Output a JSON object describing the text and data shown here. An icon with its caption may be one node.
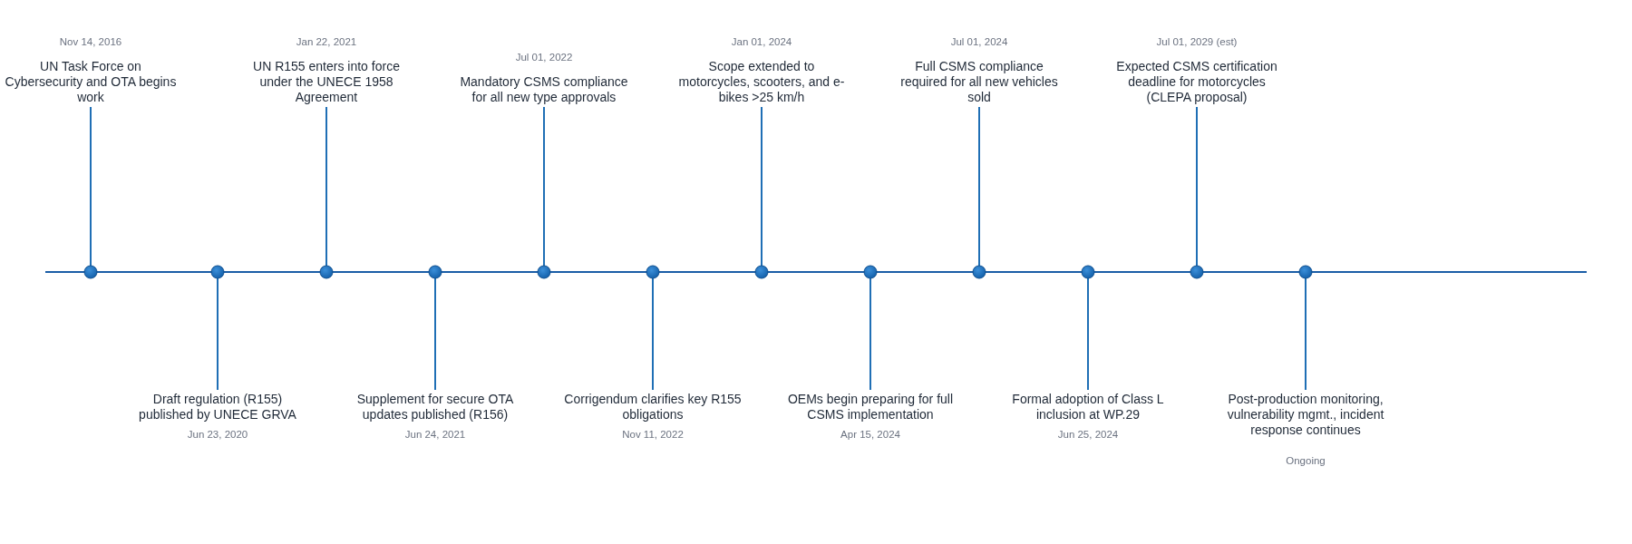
{
  "diagram": {
    "nodes": [
      {
        "text": [
          "UN Task Force on Cybersecurity and OTA begins work"
        ],
        "beside": [
          "Nov 14, 2016"
        ]
      },
      {
        "text": [],
        "shape": "circle"
      },
      {
        "text": [
          "Draft regulation (R155) published by UNECE GRVA"
        ],
        "beside": [
          "Jun 23, 2020"
        ]
      },
      {
        "text": [],
        "shape": "circle"
      },
      {
        "text": [
          "UN R155 enters into force under the UNECE 1958 Agreement"
        ],
        "beside": [
          "Jan 22, 2021"
        ]
      },
      {
        "text": [],
        "shape": "circle"
      },
      {
        "text": [
          "Supplement for secure OTA updates published (R156)"
        ],
        "beside": [
          "Jun 24, 2021"
        ]
      },
      {
        "text": [],
        "shape": "circle"
      },
      {
        "text": [
          "Mandatory CSMS compliance for all new type approvals"
        ],
        "beside": [
          "Jul 01, 2022"
        ]
      },
      {
        "text": [],
        "shape": "circle"
      },
      {
        "text": [
          "Corrigendum clarifies key R155 obligations"
        ],
        "beside": [
          "Nov 11, 2022"
        ]
      },
      {
        "text": [],
        "shape": "circle"
      },
      {
        "text": [
          "Scope extended to motorcycles, scooters, and e-bikes >25 km/h"
        ],
        "beside": [
          "Jan 01, 2024"
        ]
      },
      {
        "text": [],
        "shape": "circle"
      },
      {
        "text": [
          "OEMs begin preparing for full CSMS implementation"
        ],
        "beside": [
          "Apr 15, 2024"
        ]
      },
      {
        "text": [],
        "shape": "circle"
      },
      {
        "text": [
          "Full CSMS compliance required for all new vehicles sold"
        ],
        "beside": [
          "Jul 01, 2024"
        ]
      },
      {
        "text": [],
        "shape": "circle"
      },
      {
        "text": [
          "Formal adoption of Class L inclusion at WP.29"
        ],
        "beside": [
          "Jun 25, 2024"
        ]
      },
      {
        "text": [],
        "shape": "circle"
      },
      {
        "text": [
          "Expected CSMS certification deadline for motorcycles (CLEPA proposal)"
        ],
        "beside": [
          "Jul 01, 2029 (est)"
        ]
      },
      {
        "text": [],
        "shape": "circle"
      },
      {
        "text": [
          "Post-production monitoring, vulnerability mgmt., incident response continues"
        ],
        "beside": [
          "Ongoing"
        ]
      },
      {
        "text": [],
        "shape": "circle"
      }
    ],
    "edges": [
      {
        "from": 0,
        "to": 1,
        "arrow": "none"
      },
      {
        "from": 2,
        "to": 3,
        "arrow": "none"
      },
      {
        "from": 4,
        "to": 5,
        "arrow": "none"
      },
      {
        "from": 6,
        "to": 7,
        "arrow": "none"
      },
      {
        "from": 8,
        "to": 9,
        "arrow": "none"
      },
      {
        "from": 10,
        "to": 11,
        "arrow": "none"
      },
      {
        "from": 12,
        "to": 13,
        "arrow": "none"
      },
      {
        "from": 14,
        "to": 15,
        "arrow": "none"
      },
      {
        "from": 16,
        "to": 17,
        "arrow": "none"
      },
      {
        "from": 18,
        "to": 19,
        "arrow": "none"
      },
      {
        "from": 20,
        "to": 21,
        "arrow": "none"
      },
      {
        "from": 22,
        "to": 23,
        "arrow": "none"
      }
    ]
  }
}
